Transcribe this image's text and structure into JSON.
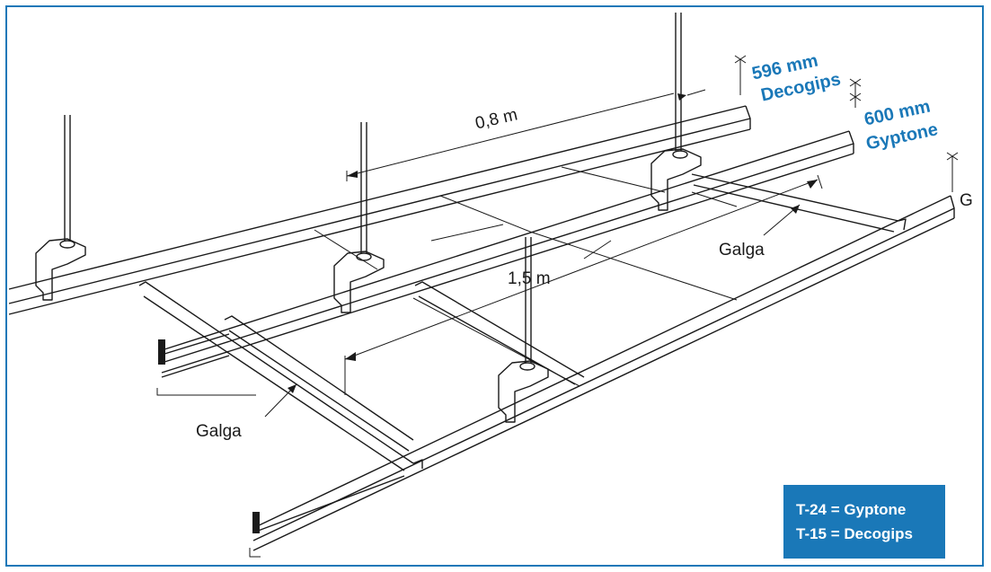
{
  "labels": {
    "dim_08": "0,8 m",
    "dim_15": "1,5 m",
    "galga_right": "Galga",
    "galga_left": "Galga",
    "g": "G"
  },
  "blue": {
    "decogips_size": "596 mm",
    "decogips_name": "Decogips",
    "gyptone_size": "600 mm",
    "gyptone_name": "Gyptone"
  },
  "legend": {
    "line1": "T-24 = Gyptone",
    "line2": "T-15 = Decogips"
  },
  "colors": {
    "accent": "#1a78b8",
    "line": "#1a1a1a"
  }
}
